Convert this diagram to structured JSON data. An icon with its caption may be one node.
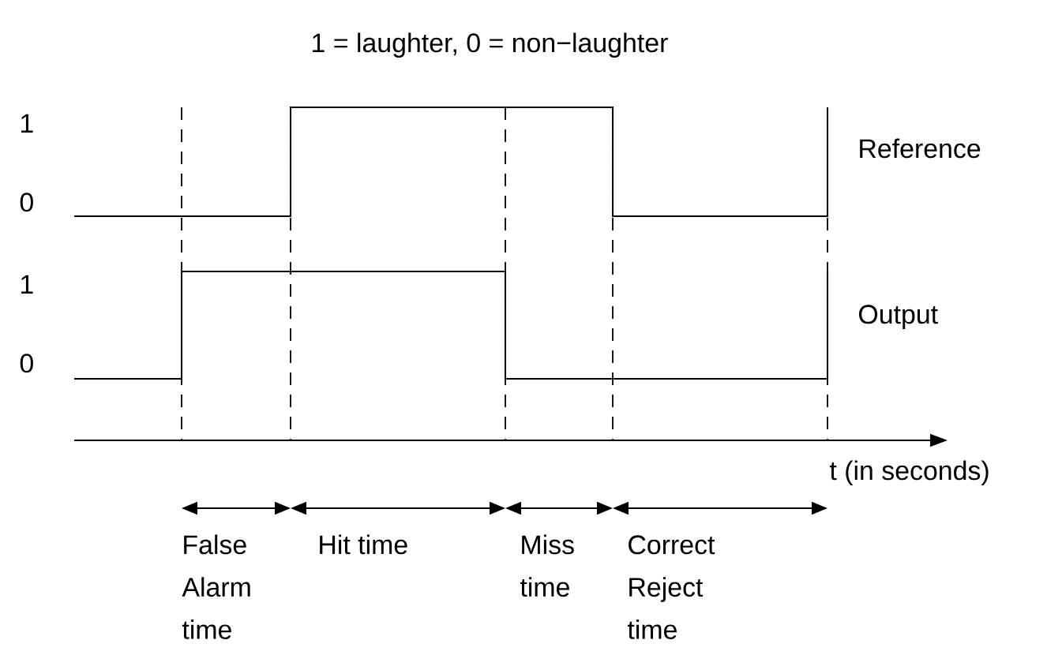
{
  "diagram": {
    "title": "1 = laughter, 0 = non−laughter",
    "labels": [
      "1",
      "0",
      "Reference",
      "1",
      "0",
      "Output",
      "t (in seconds)",
      "False Alarm time",
      "Hit time",
      "Miss time",
      "Correct Reject time"
    ]
  }
}
